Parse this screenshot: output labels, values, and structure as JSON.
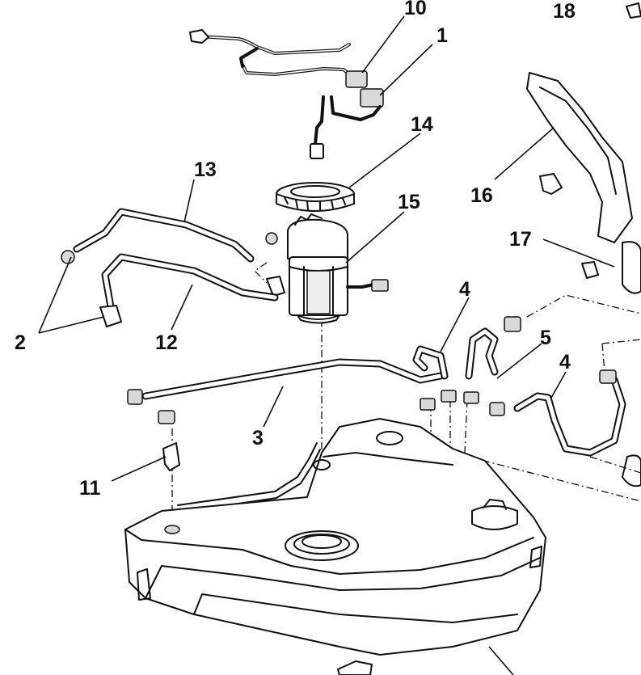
{
  "callouts": [
    {
      "id": "1",
      "text": "1"
    },
    {
      "id": "2",
      "text": "2"
    },
    {
      "id": "3",
      "text": "3"
    },
    {
      "id": "4a",
      "text": "4"
    },
    {
      "id": "4b",
      "text": "4"
    },
    {
      "id": "5",
      "text": "5"
    },
    {
      "id": "10",
      "text": "10"
    },
    {
      "id": "11",
      "text": "11"
    },
    {
      "id": "12",
      "text": "12"
    },
    {
      "id": "13",
      "text": "13"
    },
    {
      "id": "14",
      "text": "14"
    },
    {
      "id": "15",
      "text": "15"
    },
    {
      "id": "16",
      "text": "16"
    },
    {
      "id": "17",
      "text": "17"
    },
    {
      "id": "18",
      "text": "18"
    }
  ],
  "colors": {
    "ink": "#111111",
    "paper": "#ffffff",
    "shade": "#d9d9d9"
  }
}
